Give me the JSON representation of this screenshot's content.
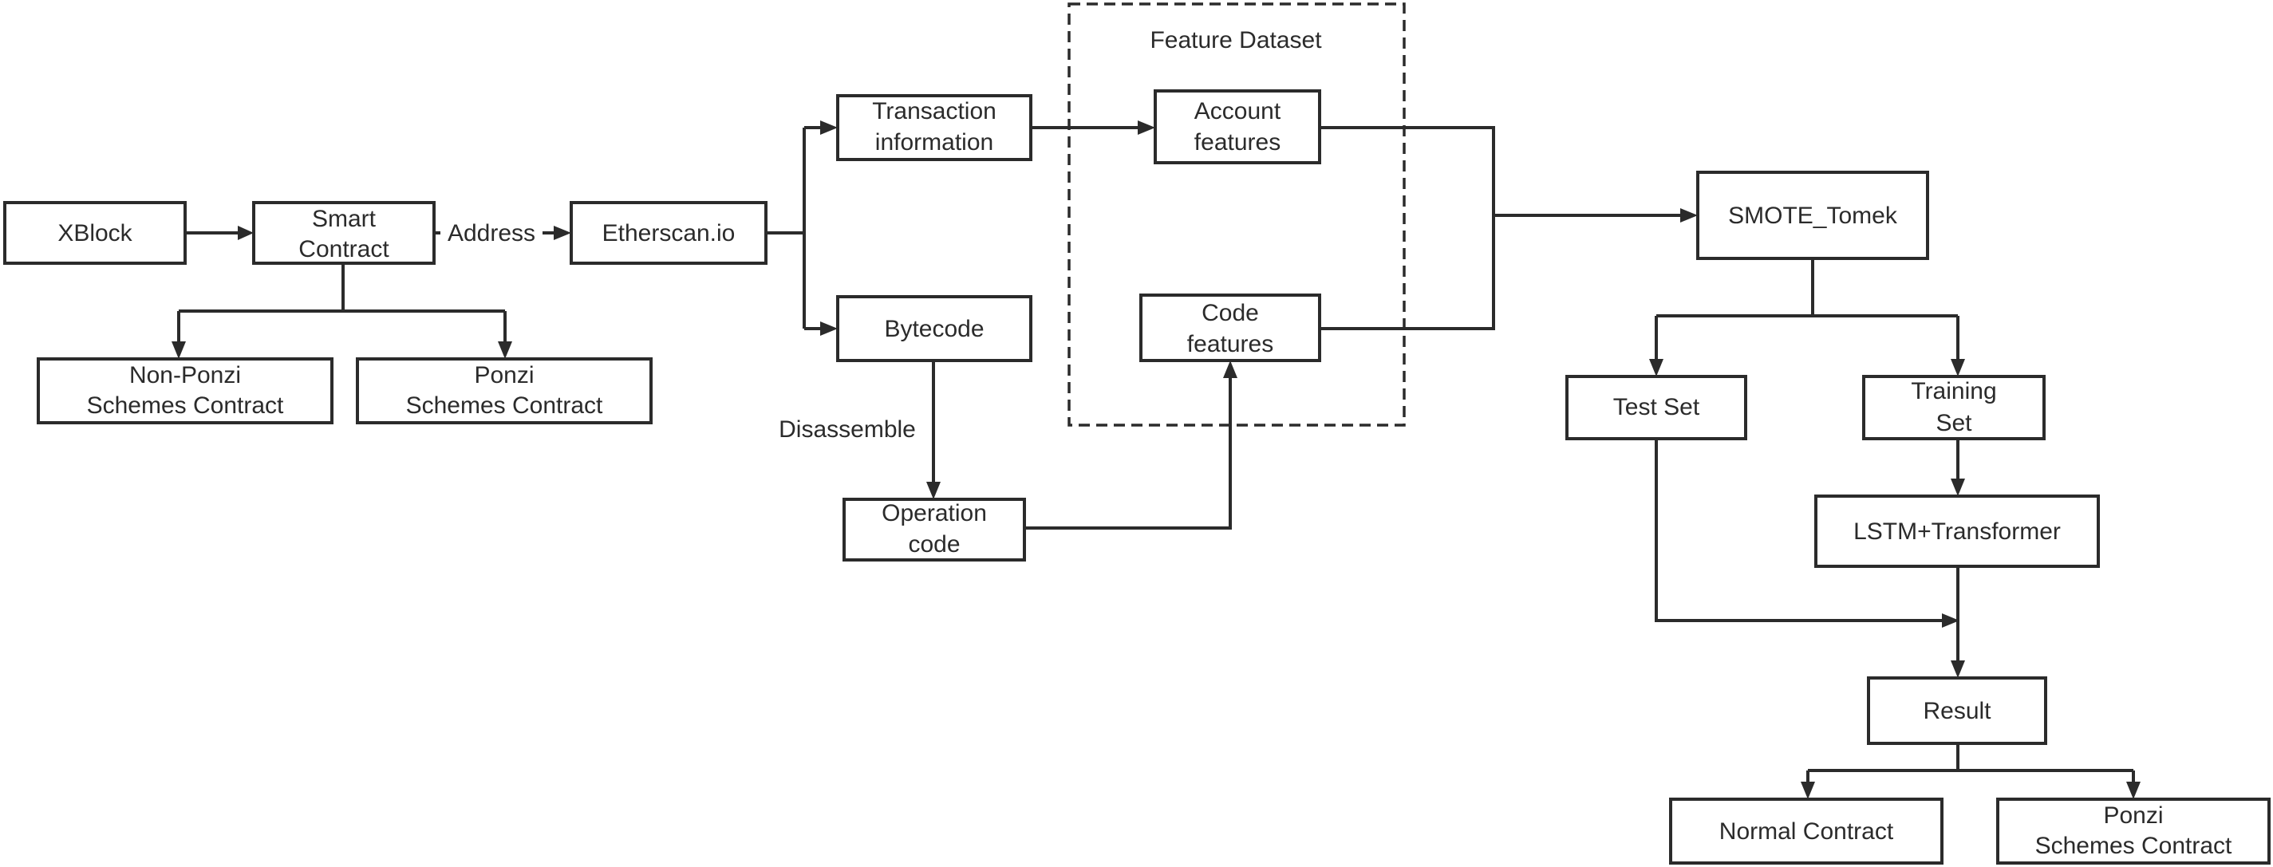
{
  "nodes": {
    "xblock": [
      "XBlock"
    ],
    "smart_contract": [
      "Smart",
      "Contract"
    ],
    "etherscan": [
      "Etherscan.io"
    ],
    "non_ponzi": [
      "Non-Ponzi",
      "Schemes Contract"
    ],
    "ponzi_left": [
      "Ponzi",
      "Schemes Contract"
    ],
    "transaction_info": [
      "Transaction",
      "information"
    ],
    "bytecode": [
      "Bytecode"
    ],
    "operation_code": [
      "Operation",
      "code"
    ],
    "account_features": [
      "Account",
      "features"
    ],
    "code_features": [
      "Code",
      "features"
    ],
    "smote_tomek": [
      "SMOTE_Tomek"
    ],
    "test_set": [
      "Test Set"
    ],
    "training_set": [
      "Training",
      "Set"
    ],
    "lstm_transformer": [
      "LSTM+Transformer"
    ],
    "result": [
      "Result"
    ],
    "normal_contract": [
      "Normal Contract"
    ],
    "ponzi_right": [
      "Ponzi",
      "Schemes Contract"
    ]
  },
  "edge_labels": {
    "address": "Address",
    "disassemble": "Disassemble"
  },
  "group": {
    "title": "Feature Dataset"
  },
  "colors": {
    "stroke": "#2b2b2b",
    "text": "#2b2b2b",
    "background": "#ffffff"
  }
}
